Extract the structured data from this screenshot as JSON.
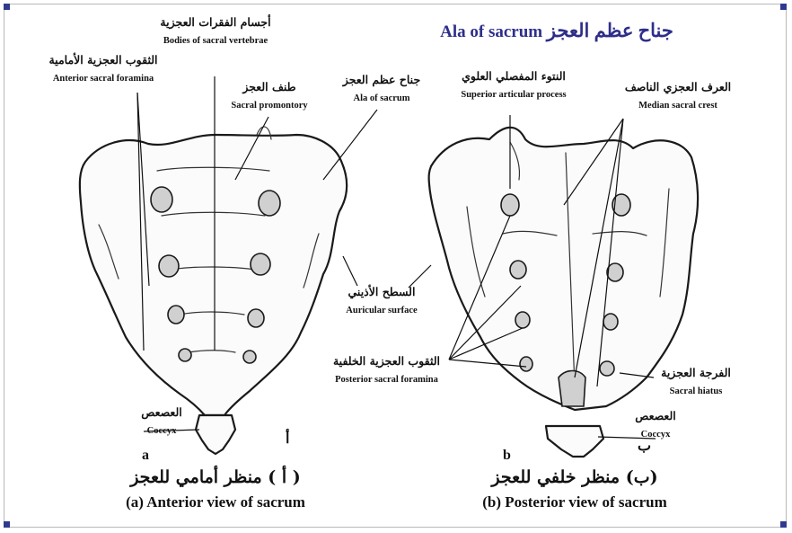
{
  "title": {
    "arabic": "جناح عظم العجز",
    "english": "Ala of sacrum"
  },
  "anterior": {
    "bodies": {
      "ar": "أجسام الفقرات العجزية",
      "en": "Bodies of sacral vertebrae"
    },
    "foramina": {
      "ar": "الثقوب العجزية الأمامية",
      "en": "Anterior sacral foramina"
    },
    "promontory": {
      "ar": "طنف العجز",
      "en": "Sacral promontory"
    },
    "ala": {
      "ar": "جناح عظم العجز",
      "en": "Ala of sacrum"
    },
    "coccyx": {
      "ar": "العصعص",
      "en": "Coccyx"
    },
    "letter_en": "a",
    "letter_ar": "أ",
    "caption_ar": "( أ ) منظر أمامي للعجز",
    "caption_en": "(a) Anterior view of sacrum"
  },
  "posterior": {
    "articular": {
      "ar": "النتوء المفصلي العلوي",
      "en": "Superior articular process"
    },
    "crest": {
      "ar": "العرف العجزي الناصف",
      "en": "Median sacral crest"
    },
    "auricular": {
      "ar": "السطح الأذيني",
      "en": "Auricular surface"
    },
    "post_foramina": {
      "ar": "الثقوب العجزية الخلفية",
      "en": "Posterior sacral foramina"
    },
    "hiatus": {
      "ar": "الفرجة العجزية",
      "en": "Sacral hiatus"
    },
    "coccyx": {
      "ar": "العصعص",
      "en": "Coccyx"
    },
    "letter_en": "b",
    "letter_ar": "ب",
    "caption_ar": "(ب) منظر خلفي للعجز",
    "caption_en": "(b) Posterior view of sacrum"
  },
  "colors": {
    "title": "#2e2e8a",
    "corner": "#2f3a8f",
    "frame": "#b8b8b8"
  }
}
